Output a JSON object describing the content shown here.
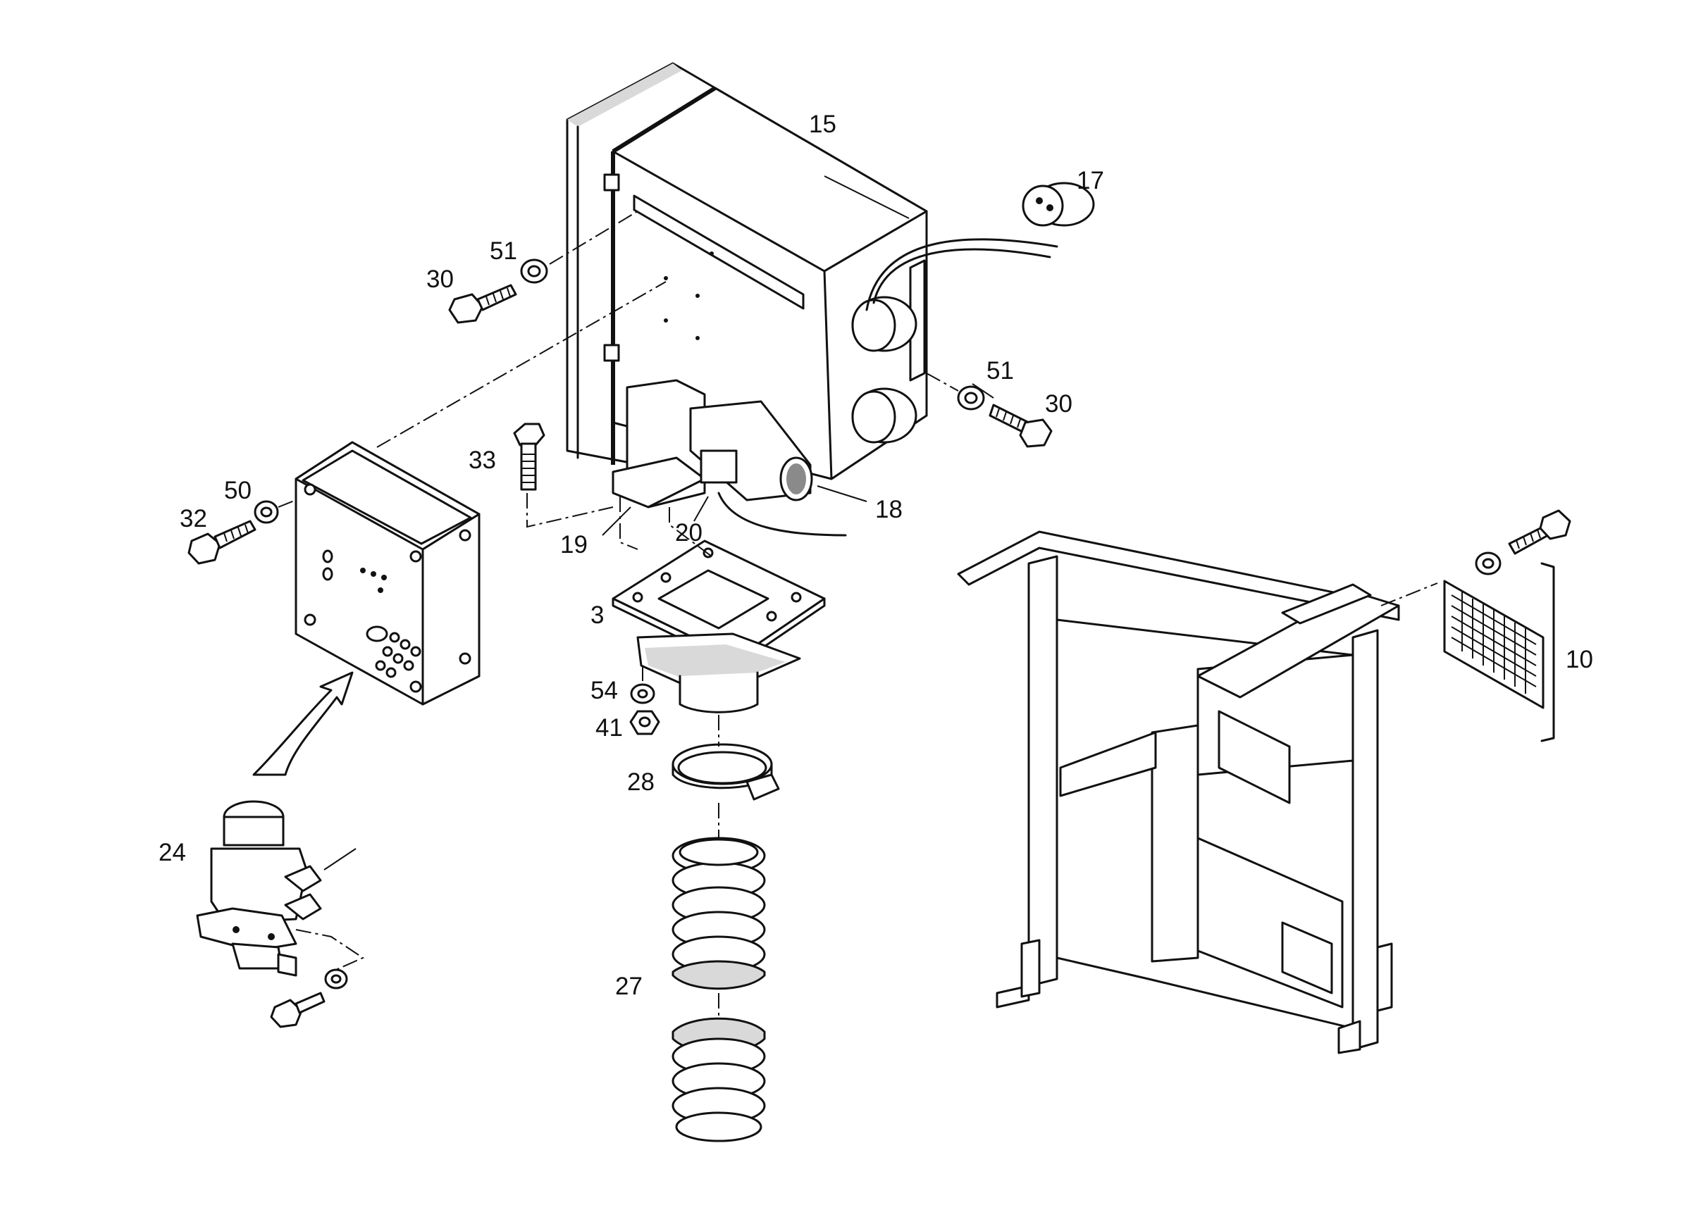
{
  "callouts": {
    "c15": "15",
    "c17": "17",
    "c51a": "51",
    "c30a": "30",
    "c51b": "51",
    "c30b": "30",
    "c33": "33",
    "c50": "50",
    "c32": "32",
    "c18": "18",
    "c19": "19",
    "c20": "20",
    "c3": "3",
    "c54": "54",
    "c41": "41",
    "c28": "28",
    "c24": "24",
    "c27": "27",
    "c10": "10"
  }
}
